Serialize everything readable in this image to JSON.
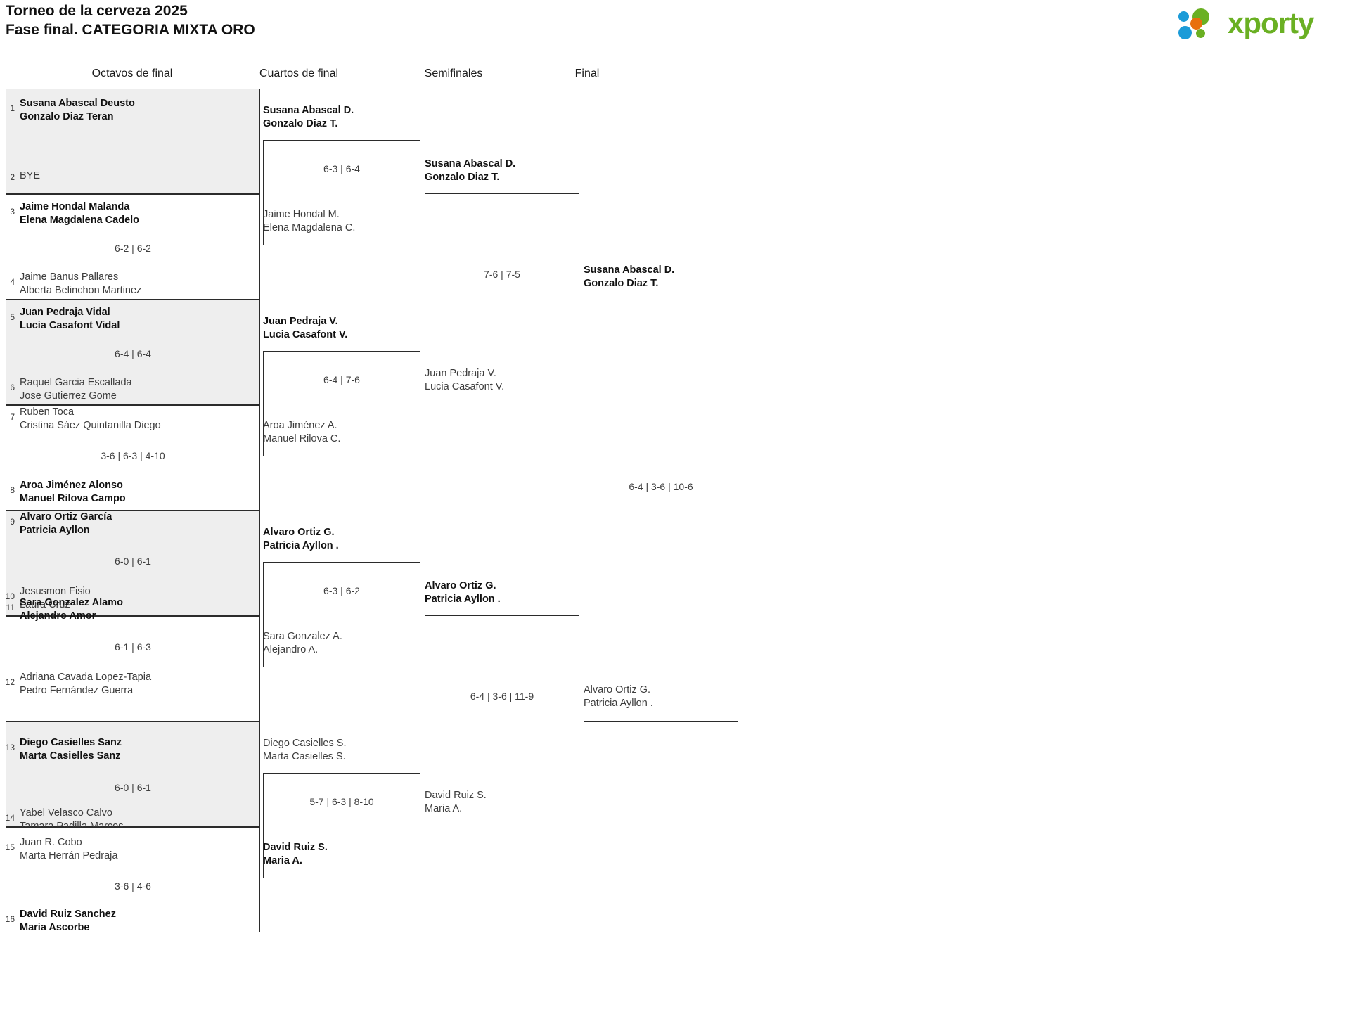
{
  "header": {
    "title_line1": "Torneo de la cerveza 2025",
    "title_line2": "Fase final. CATEGORIA MIXTA ORO",
    "logo_text": "xporty",
    "logo_colors": {
      "blue": "#1b9bd8",
      "orange": "#e8700d",
      "green": "#6ab023"
    }
  },
  "rounds": [
    {
      "label": "Octavos de final"
    },
    {
      "label": "Cuartos de final"
    },
    {
      "label": "Semifinales"
    },
    {
      "label": "Final"
    }
  ],
  "round16": [
    {
      "seed_top": "1",
      "top_line1": "Susana Abascal Deusto",
      "top_line2": "Gonzalo Diaz Teran",
      "top_winner": true,
      "seed_bottom": "2",
      "bottom_line1": "BYE",
      "bottom_line2": "",
      "bottom_winner": false,
      "score": "",
      "shaded": true
    },
    {
      "seed_top": "3",
      "top_line1": "Jaime Hondal Malanda",
      "top_line2": "Elena Magdalena Cadelo",
      "top_winner": true,
      "seed_bottom": "4",
      "bottom_line1": "Jaime Banus Pallares",
      "bottom_line2": "Alberta Belinchon Martinez",
      "bottom_winner": false,
      "score": "6-2 | 6-2",
      "shaded": false
    },
    {
      "seed_top": "5",
      "top_line1": "Juan Pedraja Vidal",
      "top_line2": "Lucia Casafont Vidal",
      "top_winner": true,
      "seed_bottom": "6",
      "bottom_line1": "Raquel Garcia Escallada",
      "bottom_line2": "Jose Gutierrez Gome",
      "bottom_winner": false,
      "score": "6-4 | 6-4",
      "shaded": true
    },
    {
      "seed_top": "7",
      "top_line1": "Ruben Toca",
      "top_line2": "Cristina Sáez Quintanilla Diego",
      "top_winner": false,
      "seed_bottom": "8",
      "bottom_line1": "Aroa Jiménez Alonso",
      "bottom_line2": "Manuel Rilova Campo",
      "bottom_winner": true,
      "score": "3-6 | 6-3 | 4-10",
      "shaded": false
    },
    {
      "seed_top": "9",
      "top_line1": "Alvaro Ortiz García",
      "top_line2": "Patricia Ayllon",
      "top_winner": true,
      "seed_bottom": "10",
      "bottom_line1": "Jesusmon Fisio",
      "bottom_line2": "Laura Cruz",
      "bottom_winner": false,
      "score": "6-0 | 6-1",
      "shaded": true
    },
    {
      "seed_top": "11",
      "top_line1": "Sara Gonzalez Alamo",
      "top_line2": "Alejandro Amor",
      "top_winner": true,
      "seed_bottom": "12",
      "bottom_line1": "Adriana Cavada Lopez-Tapia",
      "bottom_line2": "Pedro Fernández Guerra",
      "bottom_winner": false,
      "score": "6-1 | 6-3",
      "shaded": false
    },
    {
      "seed_top": "13",
      "top_line1": "Diego Casielles Sanz",
      "top_line2": "Marta Casielles Sanz",
      "top_winner": true,
      "seed_bottom": "14",
      "bottom_line1": "Yabel Velasco Calvo",
      "bottom_line2": "Tamara Padilla Marcos",
      "bottom_winner": false,
      "score": "6-0 | 6-1",
      "shaded": true
    },
    {
      "seed_top": "15",
      "top_line1": "Juan R. Cobo",
      "top_line2": "Marta Herrán Pedraja",
      "top_winner": false,
      "seed_bottom": "16",
      "bottom_line1": "David Ruiz Sanchez",
      "bottom_line2": "Maria Ascorbe",
      "bottom_winner": true,
      "score": "3-6 | 4-6",
      "shaded": false
    }
  ],
  "quarterfinals": [
    {
      "top_line1": "Susana Abascal D.",
      "top_line2": "Gonzalo Diaz T.",
      "top_winner": true,
      "bottom_line1": "Jaime Hondal M.",
      "bottom_line2": "Elena Magdalena C.",
      "bottom_winner": false,
      "score": "6-3 | 6-4"
    },
    {
      "top_line1": "Juan Pedraja V.",
      "top_line2": "Lucia Casafont V.",
      "top_winner": true,
      "bottom_line1": "Aroa Jiménez A.",
      "bottom_line2": "Manuel Rilova C.",
      "bottom_winner": false,
      "score": "6-4 | 7-6"
    },
    {
      "top_line1": "Alvaro Ortiz G.",
      "top_line2": "Patricia Ayllon .",
      "top_winner": true,
      "bottom_line1": "Sara Gonzalez A.",
      "bottom_line2": "Alejandro A.",
      "bottom_winner": false,
      "score": "6-3 | 6-2"
    },
    {
      "top_line1": "Diego Casielles S.",
      "top_line2": "Marta Casielles S.",
      "top_winner": false,
      "bottom_line1": "David Ruiz S.",
      "bottom_line2": "Maria A.",
      "bottom_winner": true,
      "score": "5-7 | 6-3 | 8-10"
    }
  ],
  "semifinals": [
    {
      "top_line1": "Susana Abascal D.",
      "top_line2": "Gonzalo Diaz T.",
      "top_winner": true,
      "bottom_line1": "Juan Pedraja V.",
      "bottom_line2": "Lucia Casafont V.",
      "bottom_winner": false,
      "score": "7-6 | 7-5"
    },
    {
      "top_line1": "Alvaro Ortiz G.",
      "top_line2": "Patricia Ayllon .",
      "top_winner": true,
      "bottom_line1": "David Ruiz S.",
      "bottom_line2": "Maria A.",
      "bottom_winner": false,
      "score": "6-4 | 3-6 | 11-9"
    }
  ],
  "final": {
    "top_line1": "Susana Abascal D.",
    "top_line2": "Gonzalo Diaz T.",
    "top_winner": true,
    "bottom_line1": "Alvaro Ortiz G.",
    "bottom_line2": "Patricia Ayllon .",
    "bottom_winner": false,
    "score": "6-4 | 3-6 | 10-6"
  }
}
